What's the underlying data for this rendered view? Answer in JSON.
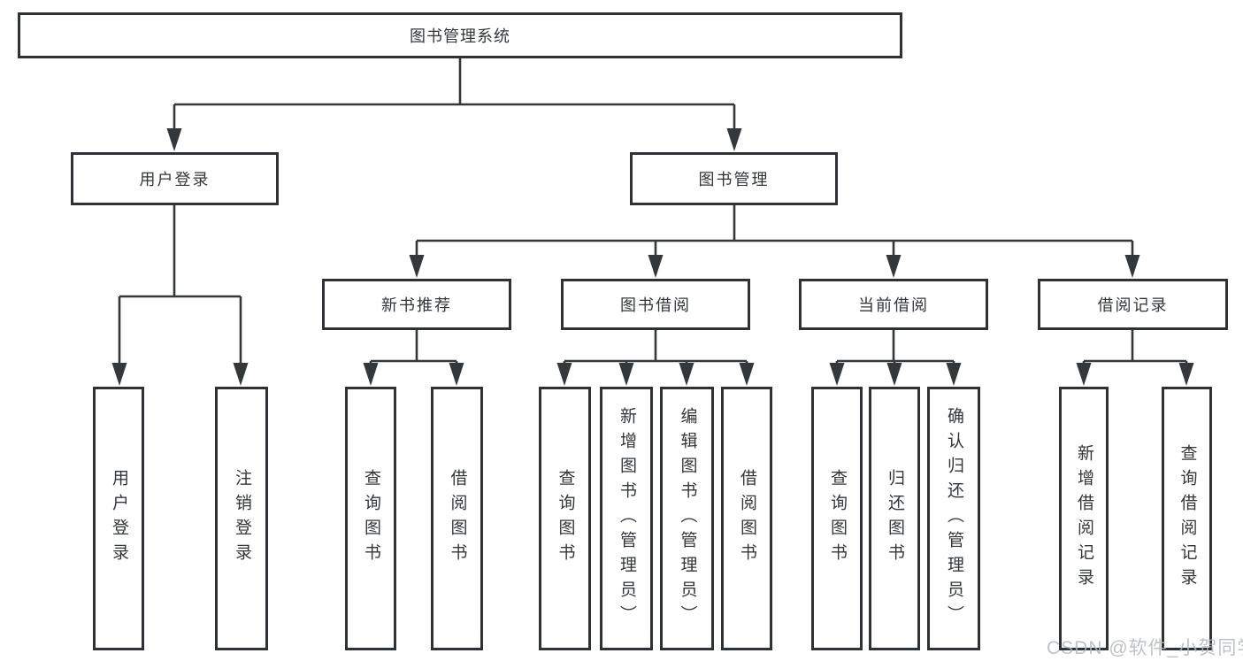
{
  "nodes": {
    "root": {
      "label": "图书管理系统"
    },
    "level2": [
      {
        "label": "用户登录"
      },
      {
        "label": "图书管理"
      }
    ],
    "level3": [
      {
        "label": "新书推荐"
      },
      {
        "label": "图书借阅"
      },
      {
        "label": "当前借阅"
      },
      {
        "label": "借阅记录"
      }
    ],
    "leaves": [
      {
        "label": "用户登录"
      },
      {
        "label": "注销登录"
      },
      {
        "label": "查询图书"
      },
      {
        "label": "借阅图书"
      },
      {
        "label": "查询图书"
      },
      {
        "label": "新增图书（管理员）"
      },
      {
        "label": "编辑图书（管理员）"
      },
      {
        "label": "借阅图书"
      },
      {
        "label": "查询图书"
      },
      {
        "label": "归还图书"
      },
      {
        "label": "确认归还（管理员）"
      },
      {
        "label": "新增借阅记录"
      },
      {
        "label": "查询借阅记录"
      }
    ]
  },
  "watermark": "CSDN @软件_小贺同学",
  "colors": {
    "line": "#35383b",
    "box_border": "#2f3235",
    "text": "#333639",
    "watermark": "#b3b8bf",
    "background": "#ffffff"
  }
}
